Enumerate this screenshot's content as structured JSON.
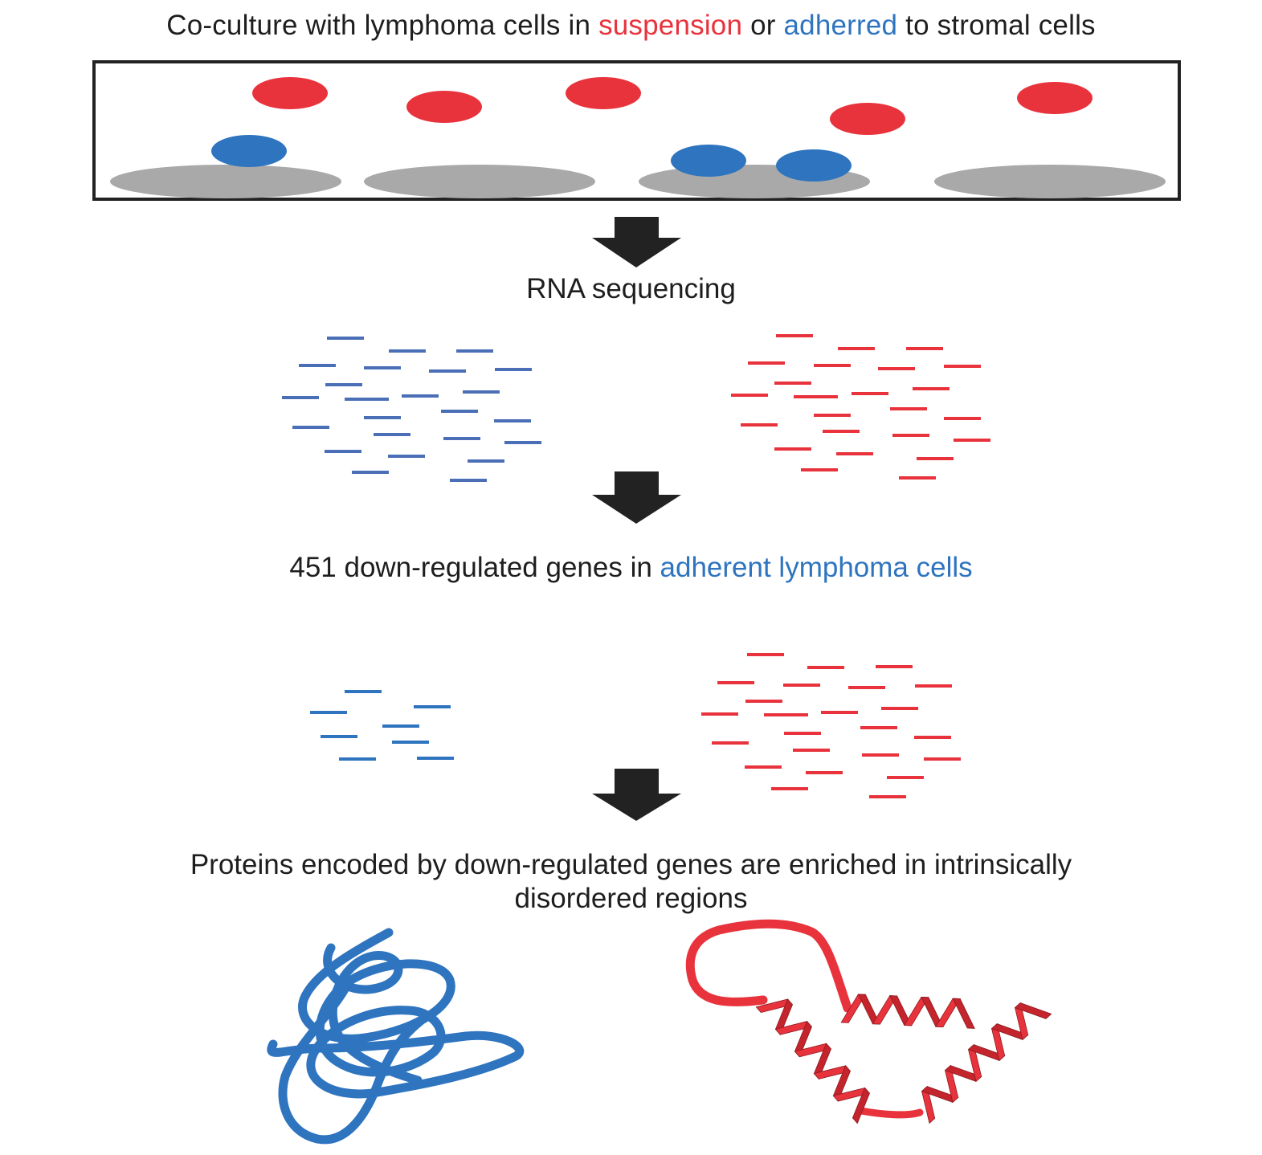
{
  "colors": {
    "suspension": "#e8333c",
    "adherent": "#2e74bf",
    "stroma": "#a9a9a9",
    "arrow": "#222222",
    "text": "#1e1e1e"
  },
  "title": {
    "part1": "Co-culture with lymphoma cells in ",
    "suspension": "suspension",
    "part2": " or ",
    "adherred": "adherred",
    "part3": " to stromal cells"
  },
  "step1": {
    "label": "RNA sequencing"
  },
  "step2": {
    "part1": "451 down-regulated genes in ",
    "highlight": "adherent lymphoma cells"
  },
  "step3": {
    "line1": "Proteins encoded by down-regulated genes are enriched in intrinsically",
    "line2": "disordered regions"
  },
  "icons": {
    "arrows": "down-arrow-icon",
    "disordered_protein": "disordered-protein-coil-icon",
    "helical_protein": "alpha-helix-protein-icon"
  }
}
